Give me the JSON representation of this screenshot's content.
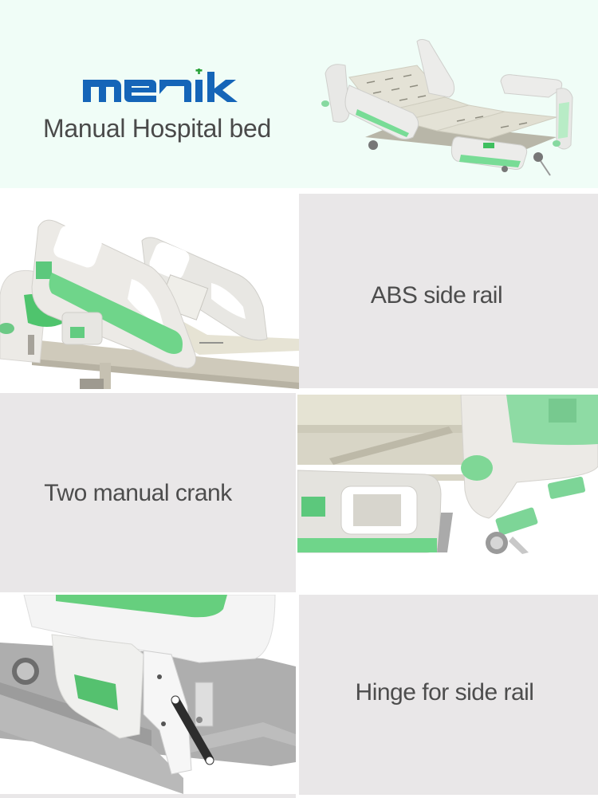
{
  "header": {
    "brand": "menik",
    "title": "Manual Hospital bed",
    "background": "#f0fdf7",
    "brand_color": "#1565b8",
    "brand_cross_color": "#2aa33a",
    "hero_image": "manual-hospital-bed-photo"
  },
  "features": [
    {
      "label": "ABS side rail",
      "image": "abs-side-rail-photo"
    },
    {
      "label": "Two manual crank",
      "image": "manual-crank-photo"
    },
    {
      "label": "Hinge for side rail",
      "image": "side-rail-hinge-photo"
    }
  ],
  "colors": {
    "panel": "#e9e7e8",
    "text": "#4d4d4d",
    "accent_green": "#6fd58a"
  }
}
